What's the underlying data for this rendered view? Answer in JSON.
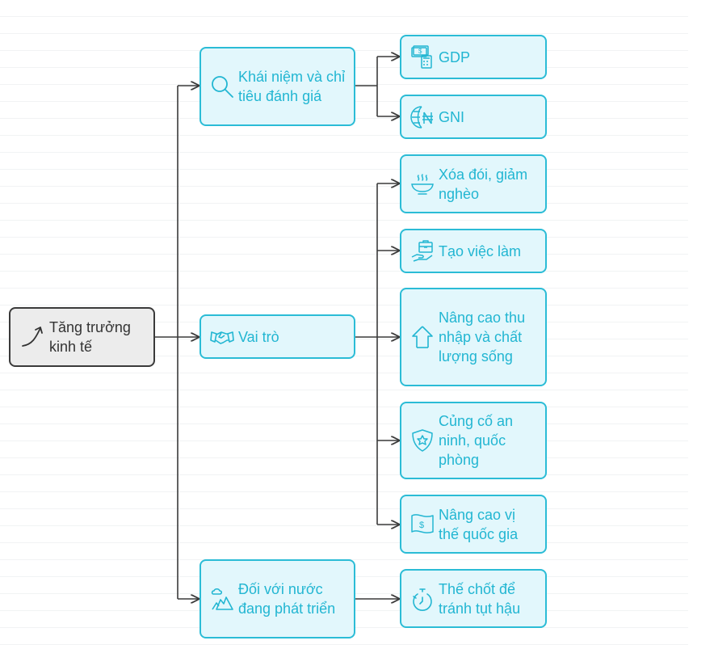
{
  "root": {
    "label": "Tăng trưởng kinh tế",
    "icon": "trend-arrow-icon"
  },
  "branches": [
    {
      "label": "Khái niệm và chỉ tiêu đánh giá",
      "icon": "magnifier-icon",
      "children": [
        {
          "label": "GDP",
          "icon": "money-calculator-icon"
        },
        {
          "label": "GNI",
          "icon": "globe-currency-icon"
        }
      ]
    },
    {
      "label": "Vai trò",
      "icon": "handshake-icon",
      "children": [
        {
          "label": "Xóa đói, giảm nghèo",
          "icon": "food-bowl-icon"
        },
        {
          "label": "Tạo việc làm",
          "icon": "hand-briefcase-icon"
        },
        {
          "label": "Nâng cao thu nhập và chất lượng sống",
          "icon": "arrow-up-icon"
        },
        {
          "label": "Củng cố an ninh, quốc phòng",
          "icon": "shield-star-icon"
        },
        {
          "label": "Nâng cao vị thế quốc gia",
          "icon": "flag-dollar-icon"
        }
      ]
    },
    {
      "label": "Đối với nước đang phát triển",
      "icon": "landscape-icon",
      "children": [
        {
          "label": "Thế chốt để tránh tụt hậu",
          "icon": "stopwatch-icon"
        }
      ]
    }
  ],
  "colors": {
    "accent": "#2bbcd6",
    "node_fill": "#e2f7fc",
    "node_text": "#22b6d2",
    "root_border": "#3a3a3a",
    "root_fill": "#ececec",
    "connector": "#3a3a3a"
  }
}
